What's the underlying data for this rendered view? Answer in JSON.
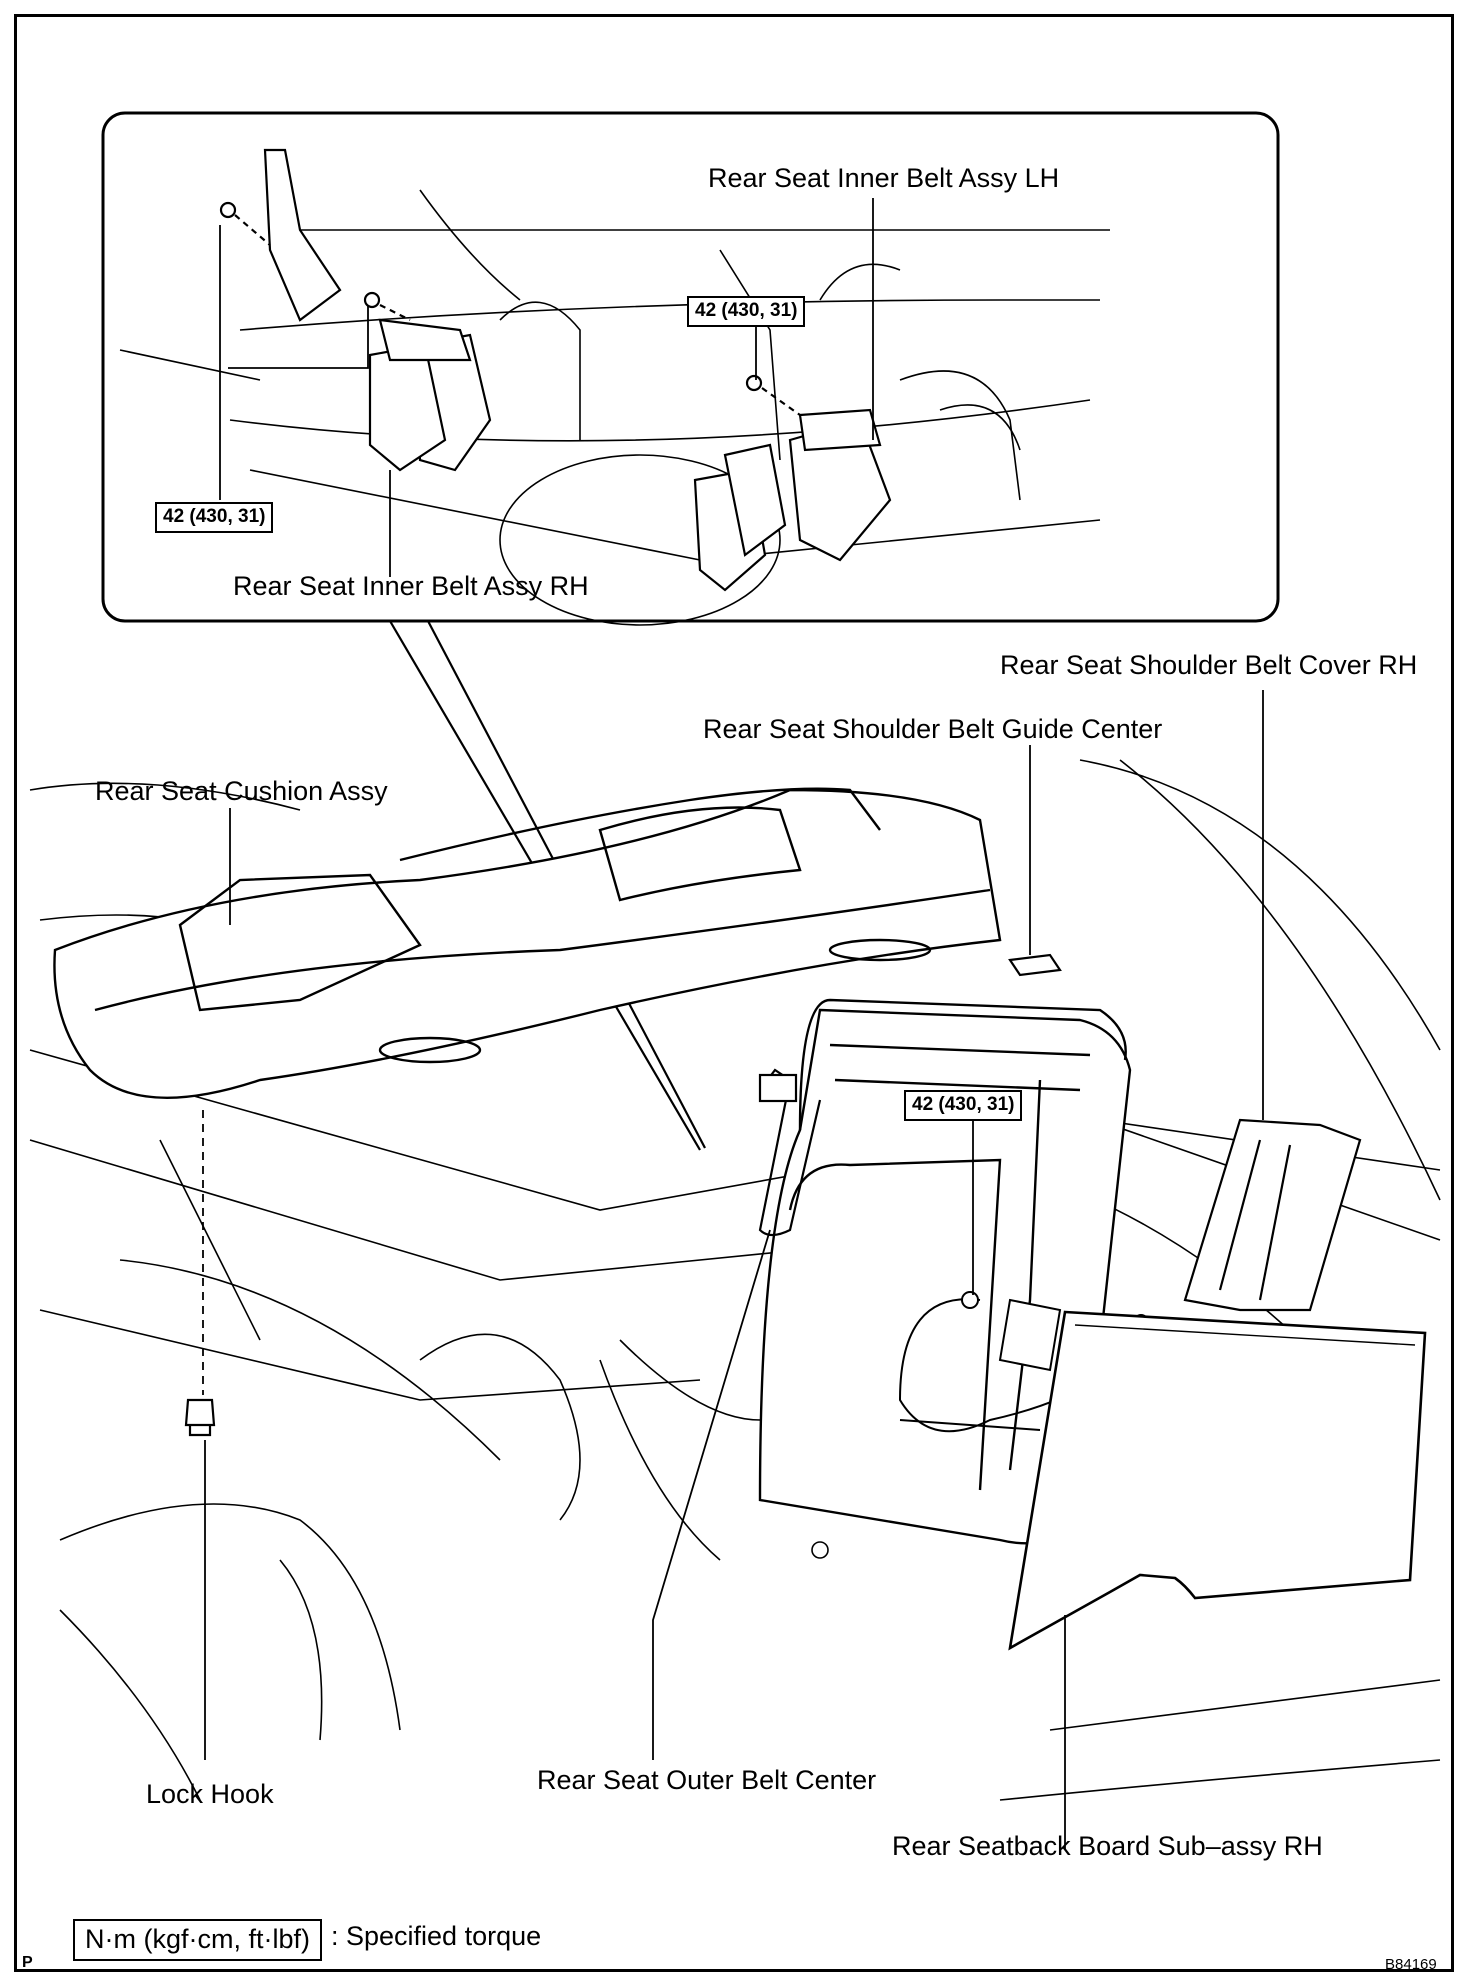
{
  "labels": {
    "inner_lh": "Rear Seat Inner Belt Assy LH",
    "inner_rh": "Rear Seat Inner Belt Assy RH",
    "shoulder_cover_rh": "Rear Seat Shoulder Belt Cover RH",
    "shoulder_guide_center": "Rear Seat Shoulder Belt Guide Center",
    "cushion": "Rear Seat Cushion Assy",
    "lock_hook": "Lock Hook",
    "outer_center": "Rear Seat Outer Belt Center",
    "seatback_board": "Rear Seatback Board Sub–assy RH"
  },
  "torque": {
    "inset_left": "42 (430, 31)",
    "inset_right": "42 (430, 31)",
    "main": "42 (430, 31)"
  },
  "legend": {
    "unit": "N·m (kgf·cm, ft·lbf)",
    "text": ": Specified torque"
  },
  "corner_mark": "P",
  "figure_code": "B84169"
}
